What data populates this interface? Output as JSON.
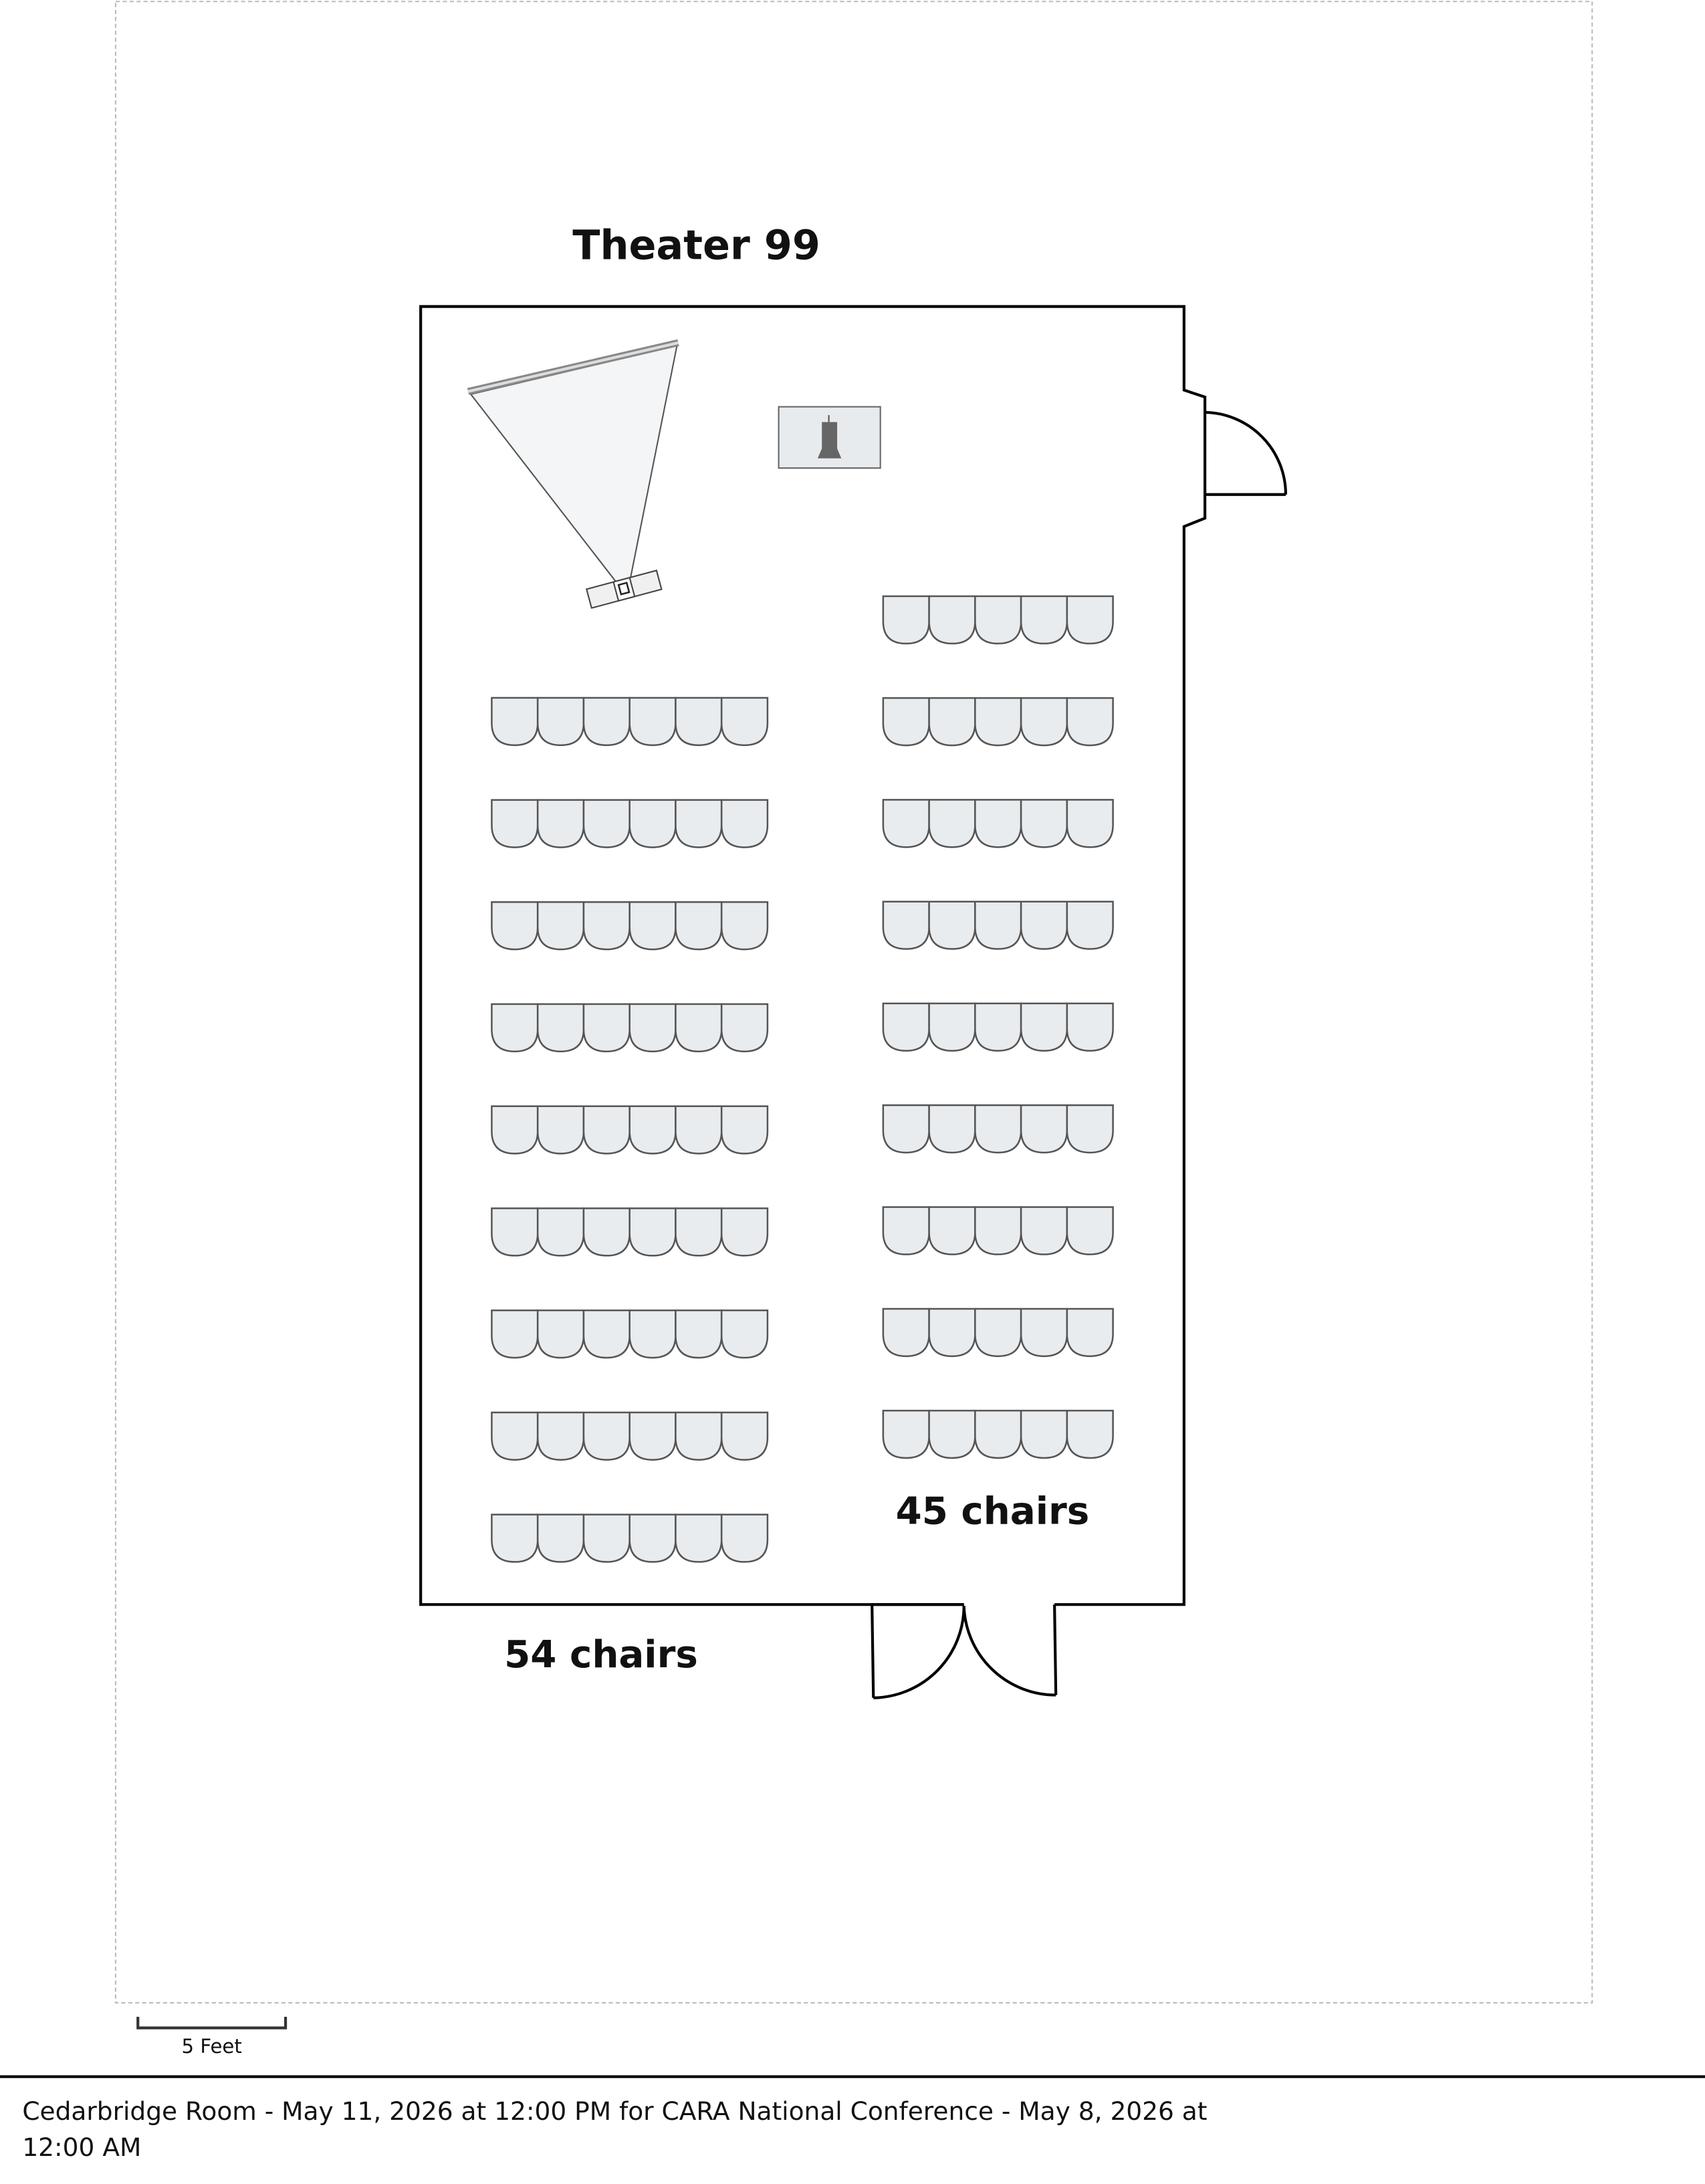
{
  "layout_title": "Theater 99",
  "colors": {
    "wall": "#000000",
    "chair_fill": "#e9ecef",
    "chair_stroke": "#555555",
    "border": "#bbbbbb"
  },
  "left_section": {
    "label": "54 chairs",
    "rows": 9,
    "chairs_per_row": 6
  },
  "right_section": {
    "label": "45 chairs",
    "rows": 9,
    "chairs_per_row": 5
  },
  "scale": {
    "label": "5 Feet"
  },
  "footer": {
    "line1": "Cedarbridge Room - May 11, 2026 at 12:00 PM for CARA National Conference - May 8, 2026 at",
    "line2": "12:00 AM"
  }
}
